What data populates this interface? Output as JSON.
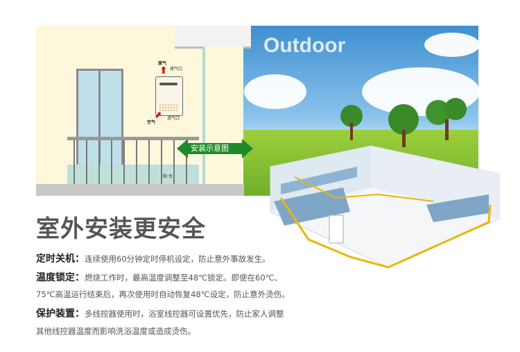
{
  "scene": {
    "outdoor_label": "Outdoor",
    "heater_labels": {
      "exhaust_gas": "废气",
      "exhaust_port": "排气口",
      "air": "空气",
      "intake_port": "进气口"
    },
    "balcony_label": "阳 台",
    "diagram_arrow_label": "安装示意图"
  },
  "title": "室外安装更安全",
  "features": [
    {
      "label": "定时关机：",
      "text": "连续使用60分钟定时停机设定，防止意外事故发生。"
    },
    {
      "label": "温度锁定：",
      "text": "燃烧工作时，最高温度调整至48℃锁定。即使在60℃、"
    },
    {
      "label": "",
      "text": "75℃高温运行结束后，再次使用时自动恢复48℃设定，防止意外烫伤。"
    },
    {
      "label": "保护装置：",
      "text": "多线控器使用时，浴室线控器可设置优先，防止家人调整"
    },
    {
      "label": "",
      "text": "其他线控器温度而影响洗浴温度或造成烫伤。"
    }
  ],
  "colors": {
    "arrow": "#1f8a2a",
    "pipe": "#e8b800"
  }
}
